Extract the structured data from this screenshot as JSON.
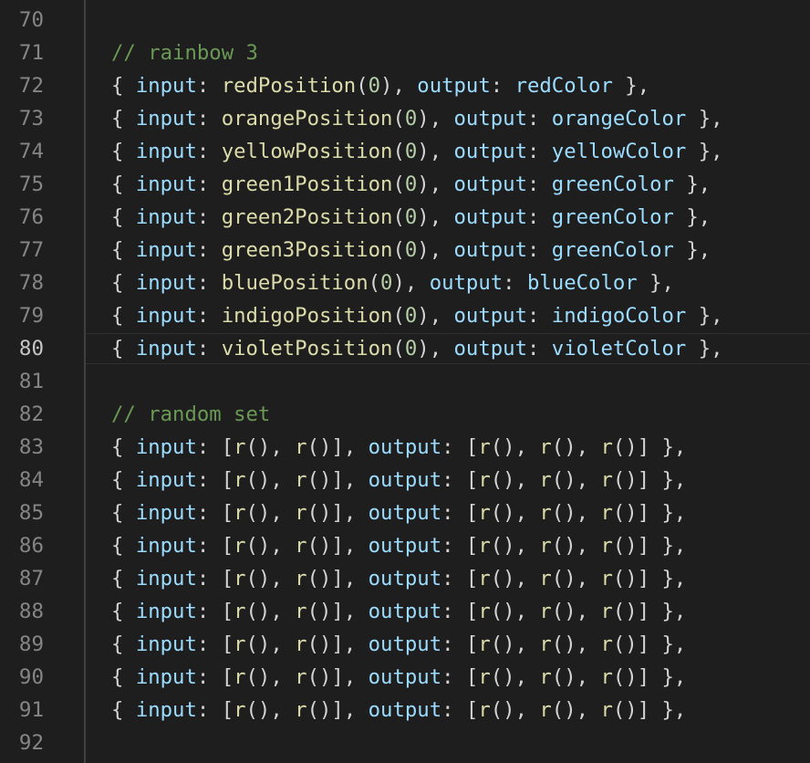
{
  "editor": {
    "colors": {
      "background": "#1e1e1e",
      "line_number": "#858585",
      "line_number_active": "#c6c6c6",
      "comment": "#6a9955",
      "property": "#9cdcfe",
      "function": "#dcdcaa",
      "number": "#b5cea8",
      "punctuation": "#d4d4d4"
    },
    "current_line": "80",
    "lines": [
      {
        "n": "70",
        "tokens": []
      },
      {
        "n": "71",
        "tokens": [
          {
            "t": "// rainbow 3",
            "c": "comment"
          }
        ]
      },
      {
        "n": "72",
        "tokens": [
          {
            "t": "{ ",
            "c": "punc"
          },
          {
            "t": "input",
            "c": "key"
          },
          {
            "t": ": ",
            "c": "punc"
          },
          {
            "t": "redPosition",
            "c": "fn"
          },
          {
            "t": "(",
            "c": "punc"
          },
          {
            "t": "0",
            "c": "num"
          },
          {
            "t": "), ",
            "c": "punc"
          },
          {
            "t": "output",
            "c": "key"
          },
          {
            "t": ": ",
            "c": "punc"
          },
          {
            "t": "redColor",
            "c": "var"
          },
          {
            "t": " },",
            "c": "punc"
          }
        ]
      },
      {
        "n": "73",
        "tokens": [
          {
            "t": "{ ",
            "c": "punc"
          },
          {
            "t": "input",
            "c": "key"
          },
          {
            "t": ": ",
            "c": "punc"
          },
          {
            "t": "orangePosition",
            "c": "fn"
          },
          {
            "t": "(",
            "c": "punc"
          },
          {
            "t": "0",
            "c": "num"
          },
          {
            "t": "), ",
            "c": "punc"
          },
          {
            "t": "output",
            "c": "key"
          },
          {
            "t": ": ",
            "c": "punc"
          },
          {
            "t": "orangeColor",
            "c": "var"
          },
          {
            "t": " },",
            "c": "punc"
          }
        ]
      },
      {
        "n": "74",
        "tokens": [
          {
            "t": "{ ",
            "c": "punc"
          },
          {
            "t": "input",
            "c": "key"
          },
          {
            "t": ": ",
            "c": "punc"
          },
          {
            "t": "yellowPosition",
            "c": "fn"
          },
          {
            "t": "(",
            "c": "punc"
          },
          {
            "t": "0",
            "c": "num"
          },
          {
            "t": "), ",
            "c": "punc"
          },
          {
            "t": "output",
            "c": "key"
          },
          {
            "t": ": ",
            "c": "punc"
          },
          {
            "t": "yellowColor",
            "c": "var"
          },
          {
            "t": " },",
            "c": "punc"
          }
        ]
      },
      {
        "n": "75",
        "tokens": [
          {
            "t": "{ ",
            "c": "punc"
          },
          {
            "t": "input",
            "c": "key"
          },
          {
            "t": ": ",
            "c": "punc"
          },
          {
            "t": "green1Position",
            "c": "fn"
          },
          {
            "t": "(",
            "c": "punc"
          },
          {
            "t": "0",
            "c": "num"
          },
          {
            "t": "), ",
            "c": "punc"
          },
          {
            "t": "output",
            "c": "key"
          },
          {
            "t": ": ",
            "c": "punc"
          },
          {
            "t": "greenColor",
            "c": "var"
          },
          {
            "t": " },",
            "c": "punc"
          }
        ]
      },
      {
        "n": "76",
        "tokens": [
          {
            "t": "{ ",
            "c": "punc"
          },
          {
            "t": "input",
            "c": "key"
          },
          {
            "t": ": ",
            "c": "punc"
          },
          {
            "t": "green2Position",
            "c": "fn"
          },
          {
            "t": "(",
            "c": "punc"
          },
          {
            "t": "0",
            "c": "num"
          },
          {
            "t": "), ",
            "c": "punc"
          },
          {
            "t": "output",
            "c": "key"
          },
          {
            "t": ": ",
            "c": "punc"
          },
          {
            "t": "greenColor",
            "c": "var"
          },
          {
            "t": " },",
            "c": "punc"
          }
        ]
      },
      {
        "n": "77",
        "tokens": [
          {
            "t": "{ ",
            "c": "punc"
          },
          {
            "t": "input",
            "c": "key"
          },
          {
            "t": ": ",
            "c": "punc"
          },
          {
            "t": "green3Position",
            "c": "fn"
          },
          {
            "t": "(",
            "c": "punc"
          },
          {
            "t": "0",
            "c": "num"
          },
          {
            "t": "), ",
            "c": "punc"
          },
          {
            "t": "output",
            "c": "key"
          },
          {
            "t": ": ",
            "c": "punc"
          },
          {
            "t": "greenColor",
            "c": "var"
          },
          {
            "t": " },",
            "c": "punc"
          }
        ]
      },
      {
        "n": "78",
        "tokens": [
          {
            "t": "{ ",
            "c": "punc"
          },
          {
            "t": "input",
            "c": "key"
          },
          {
            "t": ": ",
            "c": "punc"
          },
          {
            "t": "bluePosition",
            "c": "fn"
          },
          {
            "t": "(",
            "c": "punc"
          },
          {
            "t": "0",
            "c": "num"
          },
          {
            "t": "), ",
            "c": "punc"
          },
          {
            "t": "output",
            "c": "key"
          },
          {
            "t": ": ",
            "c": "punc"
          },
          {
            "t": "blueColor",
            "c": "var"
          },
          {
            "t": " },",
            "c": "punc"
          }
        ]
      },
      {
        "n": "79",
        "tokens": [
          {
            "t": "{ ",
            "c": "punc"
          },
          {
            "t": "input",
            "c": "key"
          },
          {
            "t": ": ",
            "c": "punc"
          },
          {
            "t": "indigoPosition",
            "c": "fn"
          },
          {
            "t": "(",
            "c": "punc"
          },
          {
            "t": "0",
            "c": "num"
          },
          {
            "t": "), ",
            "c": "punc"
          },
          {
            "t": "output",
            "c": "key"
          },
          {
            "t": ": ",
            "c": "punc"
          },
          {
            "t": "indigoColor",
            "c": "var"
          },
          {
            "t": " },",
            "c": "punc"
          }
        ]
      },
      {
        "n": "80",
        "tokens": [
          {
            "t": "{ ",
            "c": "punc"
          },
          {
            "t": "input",
            "c": "key"
          },
          {
            "t": ": ",
            "c": "punc"
          },
          {
            "t": "violetPosition",
            "c": "fn"
          },
          {
            "t": "(",
            "c": "punc"
          },
          {
            "t": "0",
            "c": "num"
          },
          {
            "t": "), ",
            "c": "punc"
          },
          {
            "t": "output",
            "c": "key"
          },
          {
            "t": ": ",
            "c": "punc"
          },
          {
            "t": "violetColor",
            "c": "var"
          },
          {
            "t": " },",
            "c": "punc"
          }
        ]
      },
      {
        "n": "81",
        "tokens": []
      },
      {
        "n": "82",
        "tokens": [
          {
            "t": "// random set",
            "c": "comment"
          }
        ]
      },
      {
        "n": "83",
        "tokens": [
          {
            "t": "{ ",
            "c": "punc"
          },
          {
            "t": "input",
            "c": "key"
          },
          {
            "t": ": [",
            "c": "punc"
          },
          {
            "t": "r",
            "c": "fn"
          },
          {
            "t": "(), ",
            "c": "punc"
          },
          {
            "t": "r",
            "c": "fn"
          },
          {
            "t": "()], ",
            "c": "punc"
          },
          {
            "t": "output",
            "c": "key"
          },
          {
            "t": ": [",
            "c": "punc"
          },
          {
            "t": "r",
            "c": "fn"
          },
          {
            "t": "(), ",
            "c": "punc"
          },
          {
            "t": "r",
            "c": "fn"
          },
          {
            "t": "(), ",
            "c": "punc"
          },
          {
            "t": "r",
            "c": "fn"
          },
          {
            "t": "()] },",
            "c": "punc"
          }
        ]
      },
      {
        "n": "84",
        "tokens": [
          {
            "t": "{ ",
            "c": "punc"
          },
          {
            "t": "input",
            "c": "key"
          },
          {
            "t": ": [",
            "c": "punc"
          },
          {
            "t": "r",
            "c": "fn"
          },
          {
            "t": "(), ",
            "c": "punc"
          },
          {
            "t": "r",
            "c": "fn"
          },
          {
            "t": "()], ",
            "c": "punc"
          },
          {
            "t": "output",
            "c": "key"
          },
          {
            "t": ": [",
            "c": "punc"
          },
          {
            "t": "r",
            "c": "fn"
          },
          {
            "t": "(), ",
            "c": "punc"
          },
          {
            "t": "r",
            "c": "fn"
          },
          {
            "t": "(), ",
            "c": "punc"
          },
          {
            "t": "r",
            "c": "fn"
          },
          {
            "t": "()] },",
            "c": "punc"
          }
        ]
      },
      {
        "n": "85",
        "tokens": [
          {
            "t": "{ ",
            "c": "punc"
          },
          {
            "t": "input",
            "c": "key"
          },
          {
            "t": ": [",
            "c": "punc"
          },
          {
            "t": "r",
            "c": "fn"
          },
          {
            "t": "(), ",
            "c": "punc"
          },
          {
            "t": "r",
            "c": "fn"
          },
          {
            "t": "()], ",
            "c": "punc"
          },
          {
            "t": "output",
            "c": "key"
          },
          {
            "t": ": [",
            "c": "punc"
          },
          {
            "t": "r",
            "c": "fn"
          },
          {
            "t": "(), ",
            "c": "punc"
          },
          {
            "t": "r",
            "c": "fn"
          },
          {
            "t": "(), ",
            "c": "punc"
          },
          {
            "t": "r",
            "c": "fn"
          },
          {
            "t": "()] },",
            "c": "punc"
          }
        ]
      },
      {
        "n": "86",
        "tokens": [
          {
            "t": "{ ",
            "c": "punc"
          },
          {
            "t": "input",
            "c": "key"
          },
          {
            "t": ": [",
            "c": "punc"
          },
          {
            "t": "r",
            "c": "fn"
          },
          {
            "t": "(), ",
            "c": "punc"
          },
          {
            "t": "r",
            "c": "fn"
          },
          {
            "t": "()], ",
            "c": "punc"
          },
          {
            "t": "output",
            "c": "key"
          },
          {
            "t": ": [",
            "c": "punc"
          },
          {
            "t": "r",
            "c": "fn"
          },
          {
            "t": "(), ",
            "c": "punc"
          },
          {
            "t": "r",
            "c": "fn"
          },
          {
            "t": "(), ",
            "c": "punc"
          },
          {
            "t": "r",
            "c": "fn"
          },
          {
            "t": "()] },",
            "c": "punc"
          }
        ]
      },
      {
        "n": "87",
        "tokens": [
          {
            "t": "{ ",
            "c": "punc"
          },
          {
            "t": "input",
            "c": "key"
          },
          {
            "t": ": [",
            "c": "punc"
          },
          {
            "t": "r",
            "c": "fn"
          },
          {
            "t": "(), ",
            "c": "punc"
          },
          {
            "t": "r",
            "c": "fn"
          },
          {
            "t": "()], ",
            "c": "punc"
          },
          {
            "t": "output",
            "c": "key"
          },
          {
            "t": ": [",
            "c": "punc"
          },
          {
            "t": "r",
            "c": "fn"
          },
          {
            "t": "(), ",
            "c": "punc"
          },
          {
            "t": "r",
            "c": "fn"
          },
          {
            "t": "(), ",
            "c": "punc"
          },
          {
            "t": "r",
            "c": "fn"
          },
          {
            "t": "()] },",
            "c": "punc"
          }
        ]
      },
      {
        "n": "88",
        "tokens": [
          {
            "t": "{ ",
            "c": "punc"
          },
          {
            "t": "input",
            "c": "key"
          },
          {
            "t": ": [",
            "c": "punc"
          },
          {
            "t": "r",
            "c": "fn"
          },
          {
            "t": "(), ",
            "c": "punc"
          },
          {
            "t": "r",
            "c": "fn"
          },
          {
            "t": "()], ",
            "c": "punc"
          },
          {
            "t": "output",
            "c": "key"
          },
          {
            "t": ": [",
            "c": "punc"
          },
          {
            "t": "r",
            "c": "fn"
          },
          {
            "t": "(), ",
            "c": "punc"
          },
          {
            "t": "r",
            "c": "fn"
          },
          {
            "t": "(), ",
            "c": "punc"
          },
          {
            "t": "r",
            "c": "fn"
          },
          {
            "t": "()] },",
            "c": "punc"
          }
        ]
      },
      {
        "n": "89",
        "tokens": [
          {
            "t": "{ ",
            "c": "punc"
          },
          {
            "t": "input",
            "c": "key"
          },
          {
            "t": ": [",
            "c": "punc"
          },
          {
            "t": "r",
            "c": "fn"
          },
          {
            "t": "(), ",
            "c": "punc"
          },
          {
            "t": "r",
            "c": "fn"
          },
          {
            "t": "()], ",
            "c": "punc"
          },
          {
            "t": "output",
            "c": "key"
          },
          {
            "t": ": [",
            "c": "punc"
          },
          {
            "t": "r",
            "c": "fn"
          },
          {
            "t": "(), ",
            "c": "punc"
          },
          {
            "t": "r",
            "c": "fn"
          },
          {
            "t": "(), ",
            "c": "punc"
          },
          {
            "t": "r",
            "c": "fn"
          },
          {
            "t": "()] },",
            "c": "punc"
          }
        ]
      },
      {
        "n": "90",
        "tokens": [
          {
            "t": "{ ",
            "c": "punc"
          },
          {
            "t": "input",
            "c": "key"
          },
          {
            "t": ": [",
            "c": "punc"
          },
          {
            "t": "r",
            "c": "fn"
          },
          {
            "t": "(), ",
            "c": "punc"
          },
          {
            "t": "r",
            "c": "fn"
          },
          {
            "t": "()], ",
            "c": "punc"
          },
          {
            "t": "output",
            "c": "key"
          },
          {
            "t": ": [",
            "c": "punc"
          },
          {
            "t": "r",
            "c": "fn"
          },
          {
            "t": "(), ",
            "c": "punc"
          },
          {
            "t": "r",
            "c": "fn"
          },
          {
            "t": "(), ",
            "c": "punc"
          },
          {
            "t": "r",
            "c": "fn"
          },
          {
            "t": "()] },",
            "c": "punc"
          }
        ]
      },
      {
        "n": "91",
        "tokens": [
          {
            "t": "{ ",
            "c": "punc"
          },
          {
            "t": "input",
            "c": "key"
          },
          {
            "t": ": [",
            "c": "punc"
          },
          {
            "t": "r",
            "c": "fn"
          },
          {
            "t": "(), ",
            "c": "punc"
          },
          {
            "t": "r",
            "c": "fn"
          },
          {
            "t": "()], ",
            "c": "punc"
          },
          {
            "t": "output",
            "c": "key"
          },
          {
            "t": ": [",
            "c": "punc"
          },
          {
            "t": "r",
            "c": "fn"
          },
          {
            "t": "(), ",
            "c": "punc"
          },
          {
            "t": "r",
            "c": "fn"
          },
          {
            "t": "(), ",
            "c": "punc"
          },
          {
            "t": "r",
            "c": "fn"
          },
          {
            "t": "()] },",
            "c": "punc"
          }
        ]
      },
      {
        "n": "92",
        "tokens": []
      }
    ]
  }
}
